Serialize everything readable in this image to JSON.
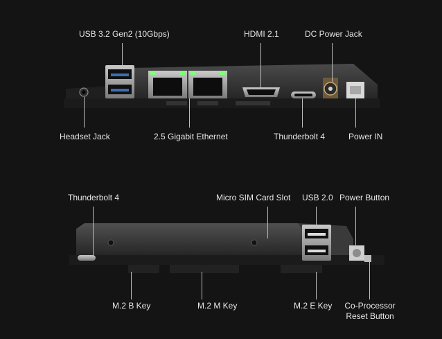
{
  "top_board": {
    "labels": {
      "usb32": "USB 3.2 Gen2 (10Gbps)",
      "hdmi": "HDMI 2.1",
      "dc_jack": "DC Power Jack",
      "headset": "Headset Jack",
      "ethernet": "2.5 Gigabit Ethernet",
      "thunderbolt": "Thunderbolt 4",
      "power_in": "Power IN"
    }
  },
  "bottom_board": {
    "labels": {
      "thunderbolt": "Thunderbolt 4",
      "sim": "Micro SIM Card Slot",
      "usb20": "USB 2.0",
      "power_button": "Power Button",
      "m2b": "M.2 B Key",
      "m2m": "M.2 M Key",
      "m2e": "M.2 E Key",
      "coproc_line1": "Co-Processor",
      "coproc_line2": "Reset Button"
    }
  },
  "colors": {
    "background": "#141414",
    "label": "#e6e6e6",
    "leader": "#bdbdbd",
    "led": "#7dff7a"
  }
}
